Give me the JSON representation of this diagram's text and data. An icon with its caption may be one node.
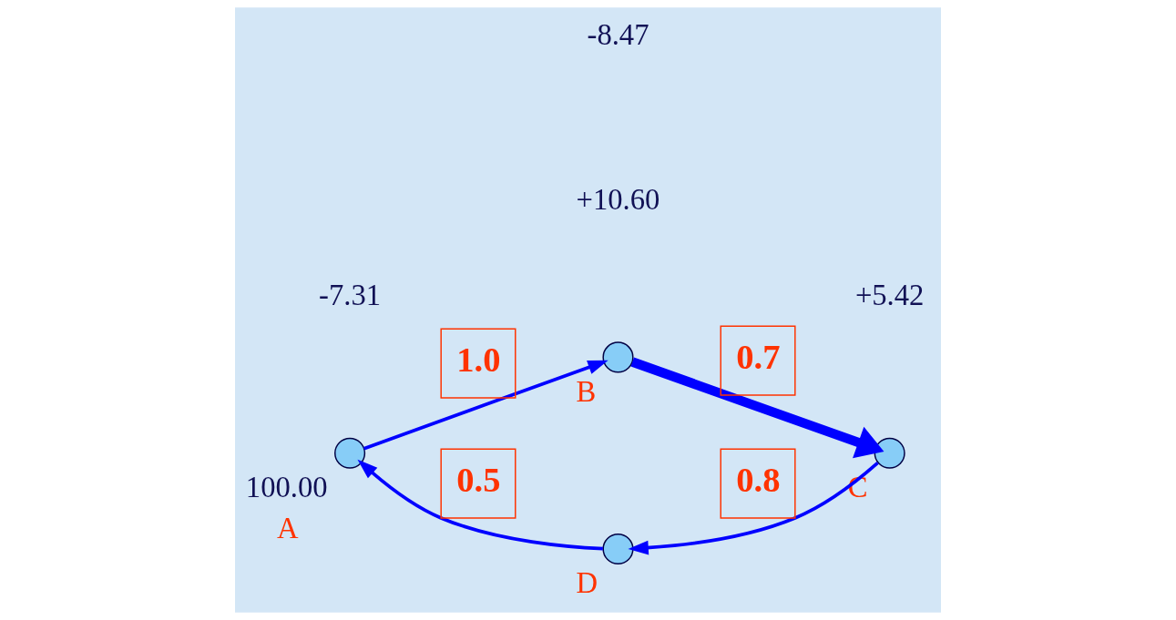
{
  "diagram": {
    "nodes": [
      {
        "text": [],
        "shape": "circle",
        "beside": [
          "100.00",
          "A"
        ]
      },
      {
        "text": [],
        "shape": "circle",
        "beside": [
          "B"
        ]
      },
      {
        "text": [],
        "shape": "circle",
        "beside": [
          "C"
        ]
      },
      {
        "text": [],
        "shape": "circle",
        "beside": [
          "D"
        ]
      }
    ],
    "edges": [
      {
        "from": 0,
        "to": 1,
        "arrow": "to",
        "label": "1.0"
      },
      {
        "from": 1,
        "to": 2,
        "arrow": "to",
        "label": "0.7",
        "style": "thick"
      },
      {
        "from": 2,
        "to": 3,
        "arrow": "to",
        "label": "0.8"
      },
      {
        "from": 3,
        "to": 0,
        "arrow": "to",
        "label": "0.5"
      }
    ],
    "labels": [
      "+10.60",
      "+5.42",
      "-8.47",
      "-7.31"
    ]
  }
}
